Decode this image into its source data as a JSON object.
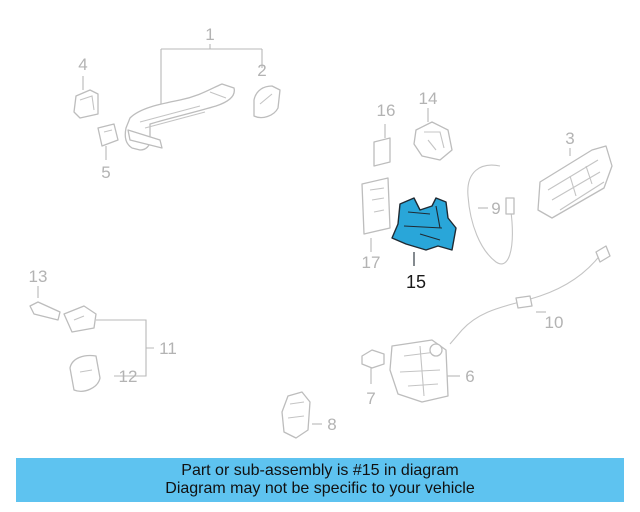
{
  "callouts": {
    "c1": "1",
    "c2": "2",
    "c3": "3",
    "c4": "4",
    "c5": "5",
    "c6": "6",
    "c7": "7",
    "c8": "8",
    "c9": "9",
    "c10": "10",
    "c11": "11",
    "c12": "12",
    "c13": "13",
    "c14": "14",
    "c15": "15",
    "c16": "16",
    "c17": "17"
  },
  "highlight": {
    "part_number": "15",
    "color": "#29a6d9"
  },
  "banner": {
    "line1": "Part or sub-assembly is #15 in diagram",
    "line2": "Diagram may not be specific to your vehicle",
    "background": "#5ec3f0"
  }
}
